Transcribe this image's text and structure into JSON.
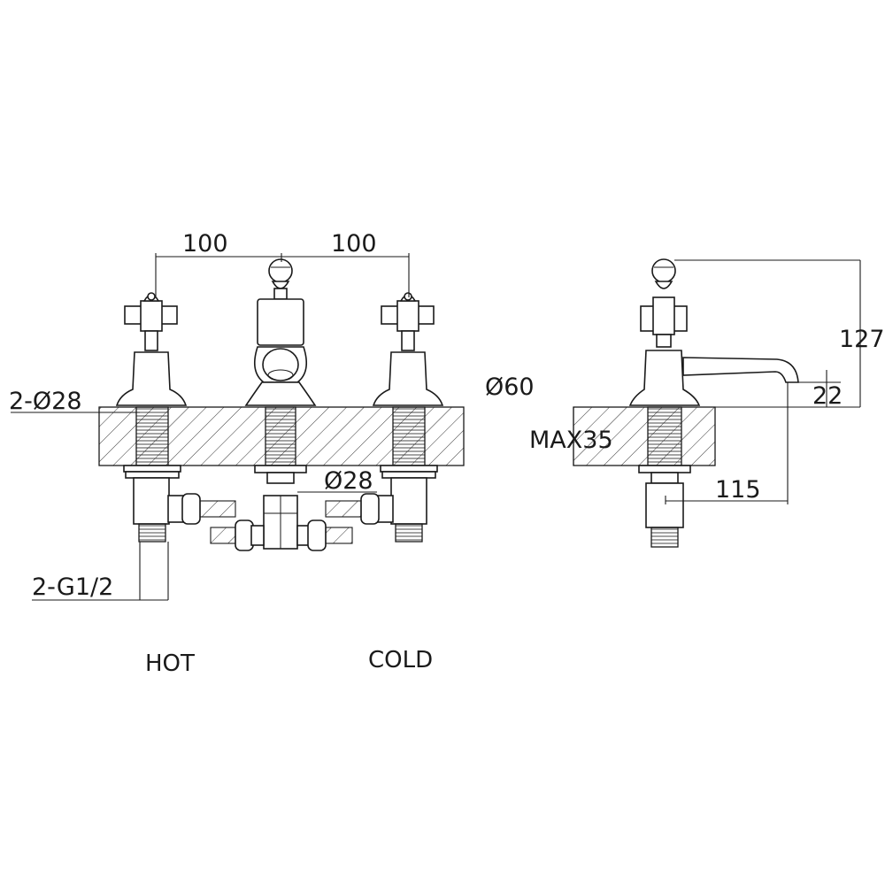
{
  "dimensions": {
    "spacing_left": "100",
    "spacing_right": "100",
    "hole_diameter": "2-Ø28",
    "spout_base_diameter": "Ø60",
    "mid_hole_diameter": "Ø28",
    "thread": "2-G1/2",
    "deck_max": "MAX35",
    "height": "127",
    "spout_height": "22",
    "reach": "115"
  },
  "labels": {
    "hot": "HOT",
    "cold": "COLD"
  },
  "colors": {
    "line": "#1a1a1a",
    "background": "#ffffff"
  }
}
